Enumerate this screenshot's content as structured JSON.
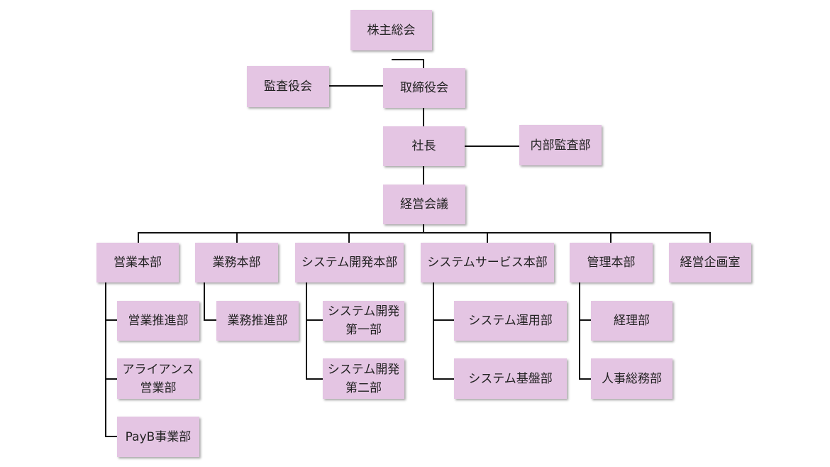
{
  "nodes": {
    "shareholders": "株主総会",
    "board": "取締役会",
    "auditors": "監査役会",
    "president": "社長",
    "internal_audit": "内部監査部",
    "mgmt_meeting": "経営会議",
    "sales_hq": "営業本部",
    "business_hq": "業務本部",
    "sysdev_hq": "システム開発本部",
    "sysservice_hq": "システムサービス本部",
    "admin_hq": "管理本部",
    "planning": "経営企画室",
    "sales_promo": "営業推進部",
    "alliance_sales": "アライアンス\n営業部",
    "payb": "PayB事業部",
    "business_promo": "業務推進部",
    "sysdev1": "システム開発\n第一部",
    "sysdev2": "システム開発\n第二部",
    "sysops": "システム運用部",
    "sysinfra": "システム基盤部",
    "accounting": "経理部",
    "hr_general": "人事総務部"
  }
}
